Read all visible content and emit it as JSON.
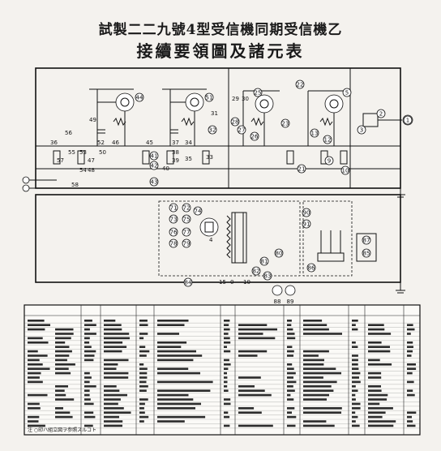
{
  "title": {
    "line1": "試製二二九號4型受信機同期受信機乙",
    "line2": "接續要領圖及諸元表"
  },
  "diagram": {
    "upper_labels": [
      "44",
      "51",
      "25",
      "22",
      "5",
      "1",
      "2",
      "3",
      "9",
      "10",
      "12",
      "13",
      "21",
      "23",
      "26",
      "27",
      "28",
      "29",
      "30",
      "31",
      "32",
      "33",
      "34",
      "35",
      "36",
      "37",
      "38",
      "39",
      "40",
      "41",
      "42",
      "43",
      "45",
      "46",
      "47",
      "48",
      "49",
      "50",
      "52",
      "53",
      "54",
      "55",
      "56",
      "57",
      "58"
    ],
    "lower_labels": [
      "71",
      "72",
      "73",
      "74",
      "75",
      "76",
      "77",
      "78",
      "79",
      "80",
      "81",
      "82",
      "83",
      "84",
      "85",
      "86",
      "87",
      "88",
      "89",
      "90",
      "91"
    ],
    "side_labels": [
      "41",
      "42",
      "43"
    ],
    "misc_text": [
      "0",
      "10",
      "15",
      "4"
    ]
  },
  "table": {
    "footer_note": "注 ○印ハ組立図ヲ参照スルコト"
  }
}
